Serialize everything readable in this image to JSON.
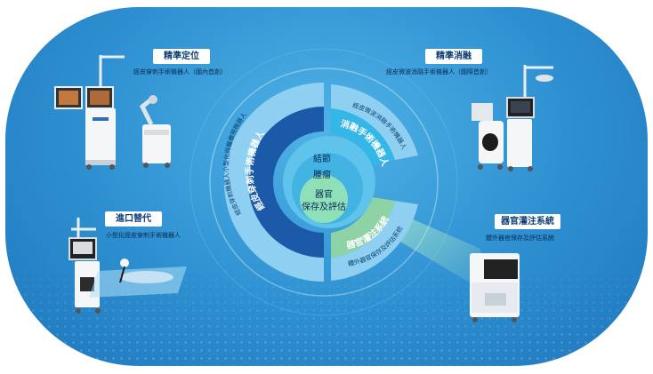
{
  "colors": {
    "bg_center": "#4fb3e6",
    "bg_edge": "#1f76bd",
    "dark_blue": "#1b5aa8",
    "light_blue": "#7fc8ef",
    "cyan": "#33b7e6",
    "green": "#8dd3a6",
    "title_text": "#0d3d73"
  },
  "modules": {
    "top_left": {
      "title": "精準定位",
      "caption": "經皮穿刺手術機器人（國內首創）"
    },
    "top_right": {
      "title": "精準消融",
      "caption": "經皮微波消融手術機器人（國際首創）"
    },
    "bottom_left": {
      "title": "進口替代",
      "caption": "小型化經皮穿刺手術機器人"
    },
    "bottom_right": {
      "title": "器官灌注系統",
      "caption": "體外器官保存及評估系統"
    }
  },
  "diagram": {
    "left_arc_label": "經皮穿刺手術機器人",
    "left_inner_text": "經皮穿刺機器人小型化與醫療用機器人",
    "top_arc_label": "消融手術機器人",
    "top_inner_text": "經皮微波消融手術機器人",
    "bottom_arc_label": "器官灌注系統",
    "bottom_inner_text": "體外器官保存及評估系統",
    "center_top": "結節",
    "center_mid": "腫瘤",
    "center_core": [
      "器官",
      "保存及評估"
    ]
  },
  "icons": [
    "surgical-robot-icon",
    "ablation-robot-icon",
    "compact-robot-icon",
    "perfusion-device-icon"
  ]
}
